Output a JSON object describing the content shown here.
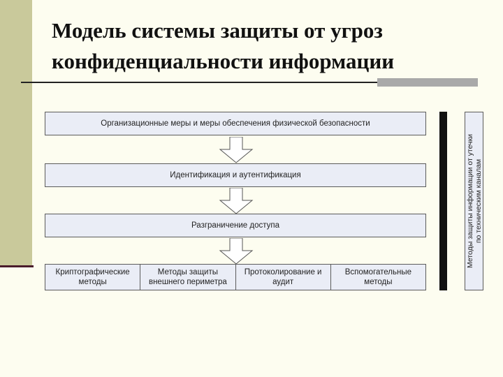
{
  "title": {
    "line1": "Модель системы защиты от угроз",
    "line2": "конфиденциальности информации"
  },
  "levels": [
    "Организационные меры и меры обеспечения физической безопасности",
    "Идентификация и аутентификация",
    "Разграничение доступа"
  ],
  "methods": [
    "Криптографические методы",
    "Методы защиты внешнего периметра",
    "Протоколирование и аудит",
    "Вспомогательные методы"
  ],
  "side_label": {
    "line1": "Методы защиты информации от утечки",
    "line2": "по техническим каналам"
  },
  "colors": {
    "background": "#fdfdf0",
    "accent_band": "#c9c99b",
    "box_fill": "#eaedf6",
    "box_border": "#5b5b5b"
  }
}
